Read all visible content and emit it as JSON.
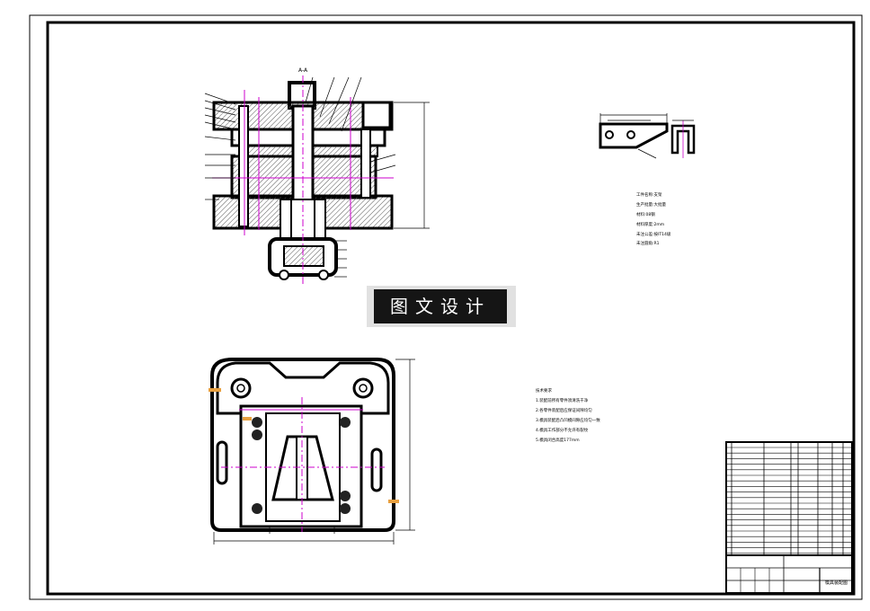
{
  "section_label": "A-A",
  "watermark": "图文设计",
  "part_info": {
    "lines": [
      "工件名称:支架",
      "生产批量:大批量",
      "材料:08钢",
      "材料厚度:2mm",
      "未注公差:按IT14级",
      "未注圆角:R1"
    ]
  },
  "tech_requirements": {
    "title": "技术要求",
    "lines": [
      "1.装配前所有零件须清洗干净",
      "2.各零件装配后应保证间隙均匀",
      "3.模具装配后凸凹模间隙应均匀一致",
      "4.模具工作部分不允许有裂纹",
      "5.模具闭合高度177mm"
    ]
  },
  "title_block": {
    "drawing_title": "模具装配图"
  },
  "colors": {
    "line": "#000000",
    "hatch": "#555555",
    "center": "#cc00cc",
    "accent": "#e8a040"
  }
}
